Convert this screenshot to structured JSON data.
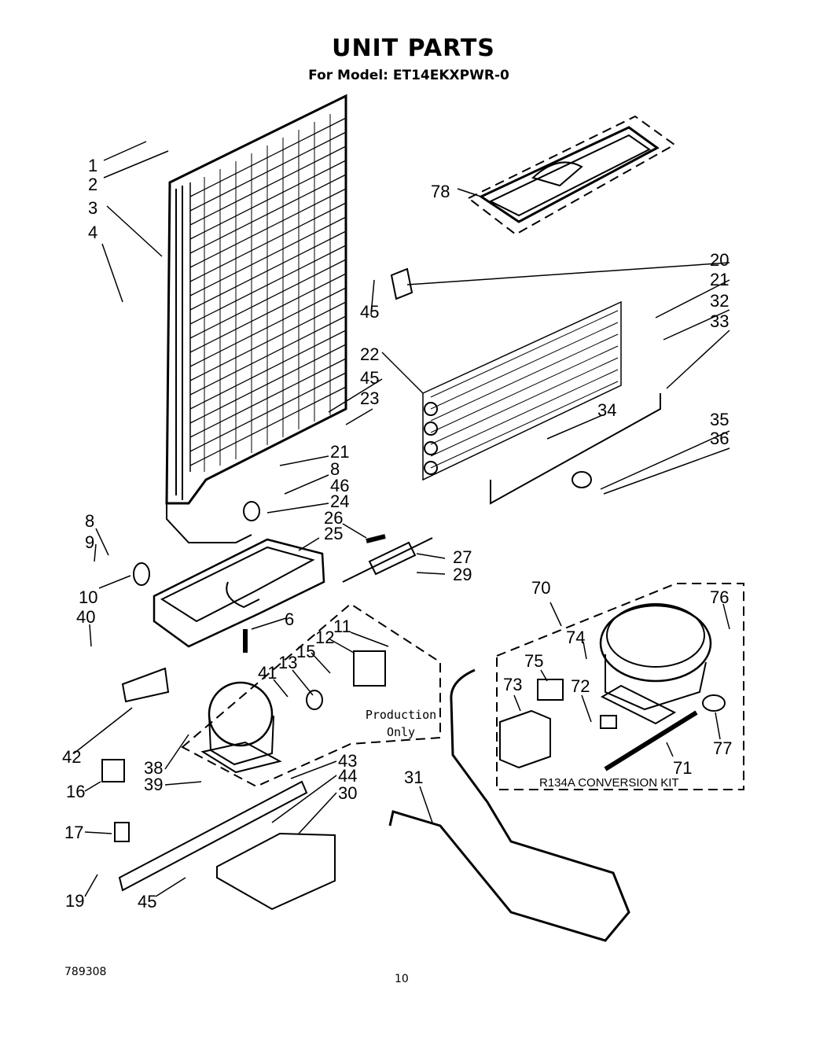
{
  "header": {
    "title": "UNIT PARTS",
    "subtitle": "For Model: ET14EKXPWR-0"
  },
  "footer": {
    "doc_number": "789308",
    "page": "10"
  },
  "notes": {
    "production_line1": "Production",
    "production_line2": "Only",
    "kit_label": "R134A CONVERSION KIT"
  },
  "callouts": {
    "c1": "1",
    "c2": "2",
    "c3": "3",
    "c4": "4",
    "c78": "78",
    "c20": "20",
    "c21a": "21",
    "c32": "32",
    "c33": "33",
    "c45a": "45",
    "c22": "22",
    "c45b": "45",
    "c23": "23",
    "c34": "34",
    "c35": "35",
    "c36": "36",
    "c21b": "21",
    "c8a": "8",
    "c46": "46",
    "c24": "24",
    "c26": "26",
    "c25": "25",
    "c8b": "8",
    "c9": "9",
    "c27": "27",
    "c29": "29",
    "c10": "10",
    "c40": "40",
    "c6": "6",
    "c70": "70",
    "c76": "76",
    "c11": "11",
    "c12": "12",
    "c15": "15",
    "c13": "13",
    "c41": "41",
    "c74": "74",
    "c75": "75",
    "c73": "73",
    "c72": "72",
    "c42": "42",
    "c38": "38",
    "c39": "39",
    "c16": "16",
    "c43": "43",
    "c44": "44",
    "c30": "30",
    "c31": "31",
    "c71": "71",
    "c77": "77",
    "c17": "17",
    "c19": "19",
    "c45c": "45"
  }
}
